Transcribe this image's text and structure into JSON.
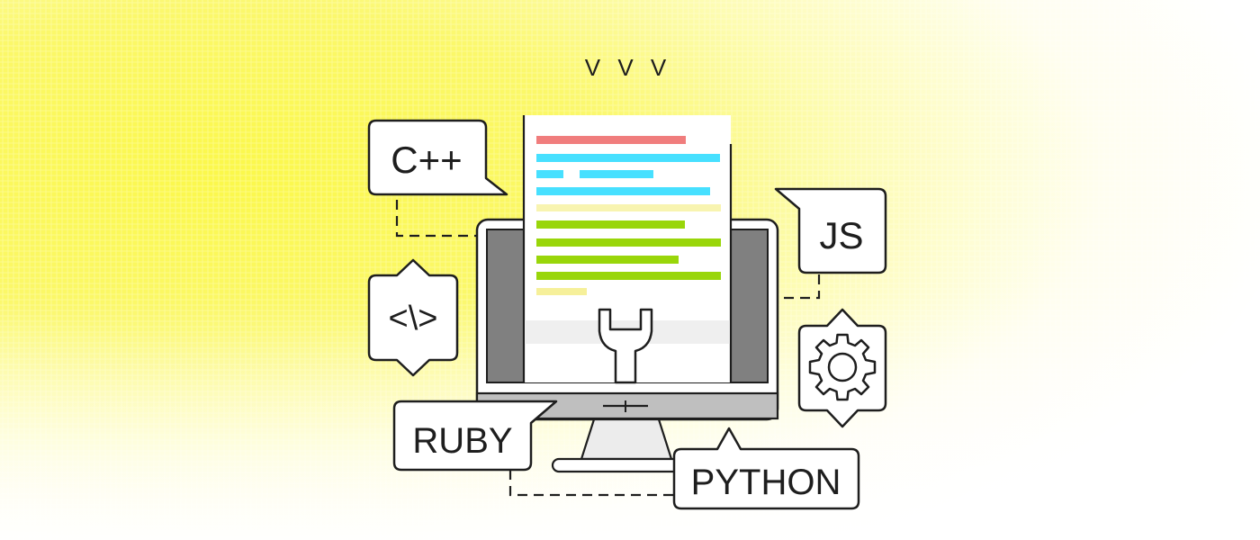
{
  "labels": {
    "chevrons": "V V V",
    "cpp": "C++",
    "js": "JS",
    "code_tag": "<\\>",
    "ruby": "RUBY",
    "python": "PYTHON"
  },
  "icons": {
    "chevrons": "triple-chevron-down-icon",
    "code": "code-brackets-icon",
    "gear": "gear-icon",
    "wrench": "wrench-icon"
  },
  "colors": {
    "background_highlight": "#fbf84a",
    "outline": "#1e1e1e",
    "code_red": "#f07d7d",
    "code_cyan": "#47e0ff",
    "code_green": "#99d60a",
    "code_faint_yellow": "#f6f09a",
    "screen_bezel_gray": "#808080",
    "stand_gray": "#bfbfbf"
  }
}
